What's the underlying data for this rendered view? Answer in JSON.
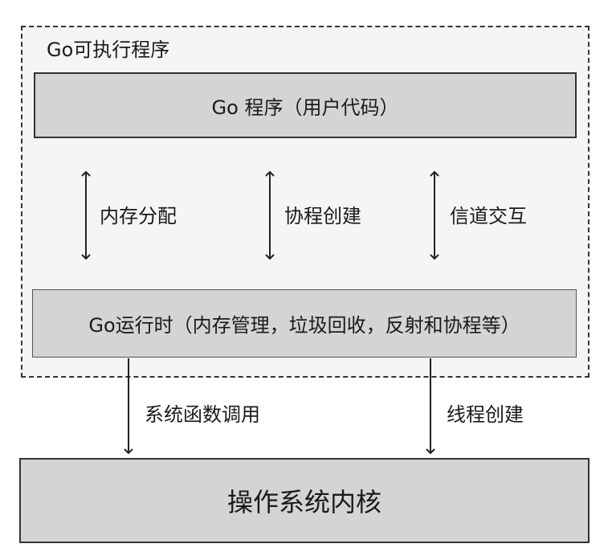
{
  "outer": {
    "label": "Go可执行程序"
  },
  "program_box": {
    "label": "Go 程序（用户代码）"
  },
  "bidirectional": [
    {
      "label": "内存分配"
    },
    {
      "label": "协程创建"
    },
    {
      "label": "信道交互"
    }
  ],
  "runtime_box": {
    "label": "Go运行时（内存管理，垃圾回收，反射和协程等）"
  },
  "downward": [
    {
      "label": "系统函数调用"
    },
    {
      "label": "线程创建"
    }
  ],
  "kernel_box": {
    "label": "操作系统内核"
  },
  "colors": {
    "box_fill": "#d4d4d4",
    "outer_fill": "#f5f5f5",
    "stroke": "#333333"
  }
}
